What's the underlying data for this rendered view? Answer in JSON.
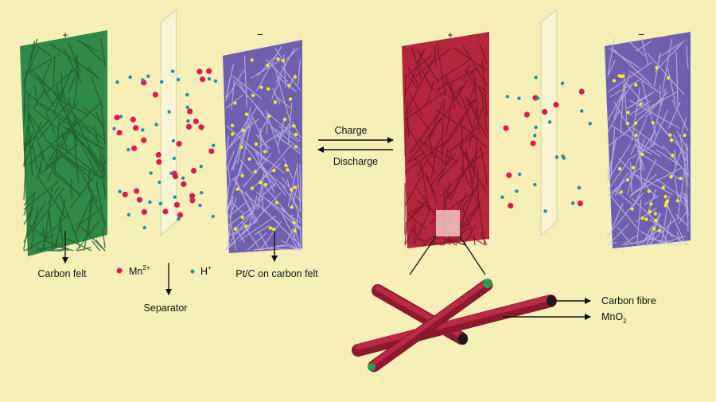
{
  "colors": {
    "background": "#f6efb8",
    "carbon_felt": "#2f8a45",
    "pt_c_felt": "#6f5fae",
    "mno2_felt": "#b3263e",
    "mn_ion": "#d61f4d",
    "h_ion": "#2a8aa6",
    "pt_particle": "#f2ea2a",
    "fibre_core": "#2f9a58"
  },
  "labels": {
    "plus_left": "+",
    "minus_left": "−",
    "plus_right": "+",
    "minus_right": "−",
    "charge": "Charge",
    "discharge": "Discharge",
    "carbon_felt": "Carbon felt",
    "mn": "Mn",
    "mn_sup": "2+",
    "h": "H",
    "h_sup": "+",
    "pt_c": "Pt/C on carbon felt",
    "separator": "Separator",
    "carbon_fibre": "Carbon fibre",
    "mno": "MnO",
    "mno_sub": "2"
  },
  "icons": {
    "mn_legend": "red-dot-icon",
    "h_legend": "teal-dot-icon",
    "arrows": "arrow-icon"
  }
}
